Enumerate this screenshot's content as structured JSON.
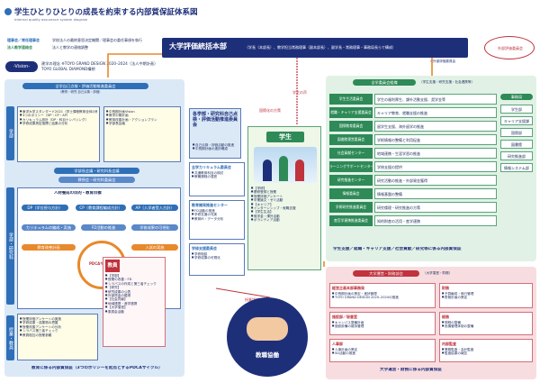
{
  "header": {
    "title": "学生ひとりひとりの成長を約束する内部質保証体系図",
    "subtitle": "Internal quality assurance system diagram",
    "legend_items": [
      {
        "key": "理事会／常任理事会",
        "desc": "学校法人の最終意思決定機関／理事会の委任事項を執行",
        "color": "#2f6fb7"
      },
      {
        "key": "法人教学連絡会",
        "desc": "法人と教学の連絡調整",
        "color": "#2e8a57"
      }
    ]
  },
  "vision": {
    "label": "-Vision-",
    "items": [
      "建学の理念 ※TOYO GRAND DESIGN 2020–2024（法人中期計画）",
      "TOYO GLOBAL DIAMOND構想"
    ]
  },
  "top_committee": {
    "title": "大学評価統括本部",
    "members": "（学長（本部長）、教学担当常務理事（副本部長）、副学長・常務理事・事務局長らで構成）",
    "note": "※外部評価委員会",
    "external": "外部評価委員会"
  },
  "education_section": {
    "committee": "全学自己点検・評価活動推進委員会",
    "committee_note": "（教育・研究 自己点検・評価）",
    "side_label": "学部",
    "side_label2": "学部・研究科",
    "side_label3": "授業・教員",
    "policy_box": [
      "東洋大学スタンダード2021（学士課程教育全体の教育目標）",
      "3つのポリシー（DP・CP・AP）",
      "カリキュラム設計（DP・科目ナンバリング）",
      "学修成果測定指標と結果の分析"
    ],
    "plan_box": [
      "中長期計画Vision",
      "教学中期計画",
      "教育改善計画・アクションプラン",
      "学部長会議"
    ],
    "faculty_council": "学部長会議・研究科長会議",
    "faculty_meeting": "教授会・研究科委員会",
    "cycle_title": "人材養成の目的・教育目標",
    "cycle_nodes": [
      "DP（学位授与方針）",
      "CP（教育課程編成方針）",
      "AP（入学者受入方針）",
      "カリキュラムの編成・実施",
      "FD活動の推進",
      "学修成果の可視化",
      "教育改善計画",
      "入試の実施"
    ],
    "cycle_label": "PDCAサイクル",
    "class_box": [
      "授業評価アンケートの実施",
      "学修成果・成果物の把握",
      "授業改善アンケートの分析",
      "シラバス第三者チェック",
      "教員相互の授業参観"
    ],
    "teacher_title": "教員",
    "teacher_items": [
      "【学部】",
      "授業の改善・FD",
      "シラバスの作成と第三者チェック",
      "【研究】",
      "研究成果の公表",
      "外部資金の獲得",
      "【社会貢献】",
      "地域連携・産学連携",
      "【大学運営】",
      "委員会活動"
    ],
    "footer": "教育に係る内部質保証（3つのポリシーを起点とするPDCAサイクル）"
  },
  "center": {
    "self_eval_title": "各学部・研究科自己点検・評価活動推進委員会",
    "self_eval_items": [
      "自己点検・評価活動の推進",
      "中長期計画の進捗確認"
    ],
    "student_label": "学生",
    "student_items": [
      "【学修】",
      "履修登録と授業",
      "授業評価アンケート",
      "卒業論文・ゼミ活動",
      "【キャリア】",
      "インターンシップ・就職支援",
      "【学生生活】",
      "奨学金・課外活動",
      "ボランティア活動"
    ],
    "center_bodies": [
      {
        "title": "全学カリキュラム委員会",
        "items": [
          "共通教育科目の検討",
          "教職課程の運営"
        ]
      },
      {
        "title": "教育開発推進センター",
        "items": [
          "FD活動の推進",
          "学修支援の充実",
          "教育IR・データ分析"
        ]
      },
      {
        "title": "学修支援委員会",
        "items": [
          "学修相談",
          "学修成果の可視化"
        ]
      }
    ],
    "arrow_label_1": "国際化の方策",
    "arrow_label_2": "学生の声",
    "feedback_label": "授業評価アンケート",
    "handshake_label": "教職協働"
  },
  "support_section": {
    "committee": "全学委員会組織",
    "committee_note": "（学生支援・研究支援・社会連携等）",
    "side_label": "事務局",
    "committees": [
      {
        "name": "学生生活委員会",
        "desc": "学生の福利厚生、課外活動支援、奨学金等"
      },
      {
        "name": "就職・キャリア支援委員会",
        "desc": "キャリア教育、就職支援の推進"
      },
      {
        "name": "国際教育委員会",
        "desc": "留学生支援、海外留学の推進"
      },
      {
        "name": "図書館運営委員会",
        "desc": "学術情報の整備と利用促進"
      },
      {
        "name": "社会貢献センター",
        "desc": "地域連携・生涯学習の推進"
      },
      {
        "name": "ラーニングサポートセンター",
        "desc": "学修支援の提供"
      },
      {
        "name": "研究推進センター",
        "desc": "研究活動の推進・外部資金獲得"
      },
      {
        "name": "情報委員会",
        "desc": "情報基盤の整備"
      },
      {
        "name": "学術研究推進委員会",
        "desc": "研究倫理・研究推進の方策"
      },
      {
        "name": "産官学連携推進委員会",
        "desc": "知的財産の活用・産学連携"
      }
    ],
    "office_items": [
      "学生部",
      "キャリア支援課",
      "国際部",
      "図書館",
      "研究推進部",
      "情報システム部"
    ],
    "footer": "学生支援／就職・キャリア支援／社会貢献／研究等に係る内部質保証"
  },
  "management_section": {
    "committee": "大学運営・財務部会",
    "committee_note": "（大学運営・財務）",
    "boxes": [
      {
        "title": "経営企画本部事務局",
        "items": [
          "中長期計画の策定・進捗管理",
          "TOYO GRAND DESIGN 2020–2024の推進"
        ]
      },
      {
        "title": "財務",
        "items": [
          "予算編成・執行管理",
          "財務計画の策定"
        ]
      },
      {
        "title": "施設部／秘書室",
        "items": [
          "キャンパス整備計画",
          "施設設備の維持管理"
        ]
      },
      {
        "title": "総務",
        "items": [
          "規程の整備",
          "危機管理体制の整備"
        ]
      },
      {
        "title": "人事部",
        "items": [
          "人事計画の策定",
          "SD活動の推進"
        ]
      },
      {
        "title": "内部監査",
        "items": [
          "業務監査・会計監査",
          "監査結果の報告"
        ]
      }
    ],
    "footer": "大学運営・財務に係る内部質保証"
  },
  "colors": {
    "navy": "#1e2f7a",
    "blue": "#2f6fb7",
    "green": "#2e8a57",
    "red": "#c0323c",
    "orange": "#e8892b"
  }
}
